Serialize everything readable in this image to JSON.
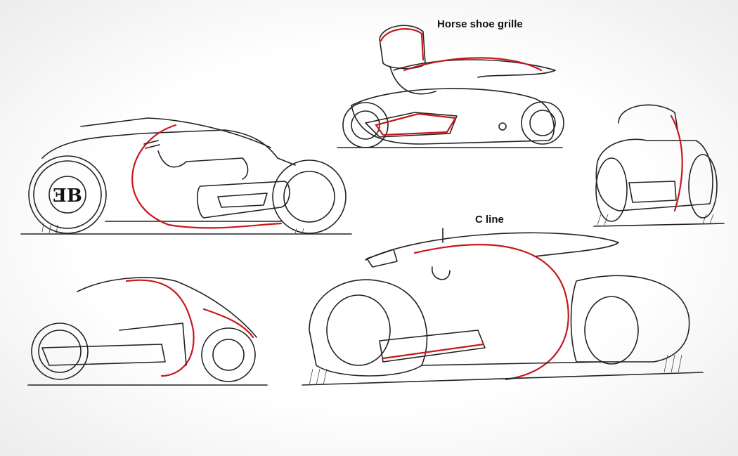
{
  "annotations": {
    "grille_label": "Horse shoe grille",
    "c_line_label": "C line"
  },
  "logo": {
    "text": "EB"
  },
  "colors": {
    "accent_line": "#c8171c",
    "ink": "#222222",
    "background": "#ffffff"
  }
}
